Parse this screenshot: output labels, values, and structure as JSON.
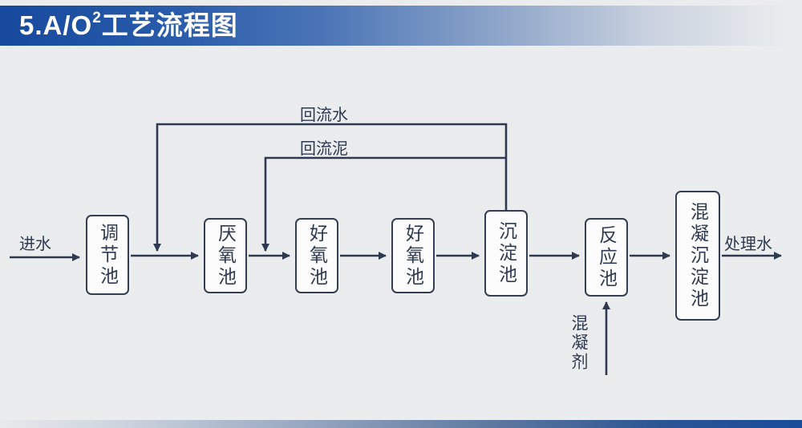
{
  "header": {
    "title_prefix": "5.A/O",
    "title_sup": "2",
    "title_suffix": "工艺流程图"
  },
  "diagram": {
    "inlet_label": "进水",
    "outlet_label": "处理水",
    "return_water_label": "回流水",
    "return_sludge_label": "回流泥",
    "coagulant_label": "混凝剂",
    "boxes": [
      {
        "label": "调节池"
      },
      {
        "label": "厌氧池"
      },
      {
        "label": "好氧池"
      },
      {
        "label": "好氧池"
      },
      {
        "label": "沉淀池"
      },
      {
        "label": "反应池"
      },
      {
        "label": "混凝沉淀池"
      }
    ]
  },
  "colors": {
    "banner_blue": "#16499d",
    "diagram_ink": "#2e3a50",
    "background": "#eaecee",
    "box_fill": "#fcfcfd"
  }
}
